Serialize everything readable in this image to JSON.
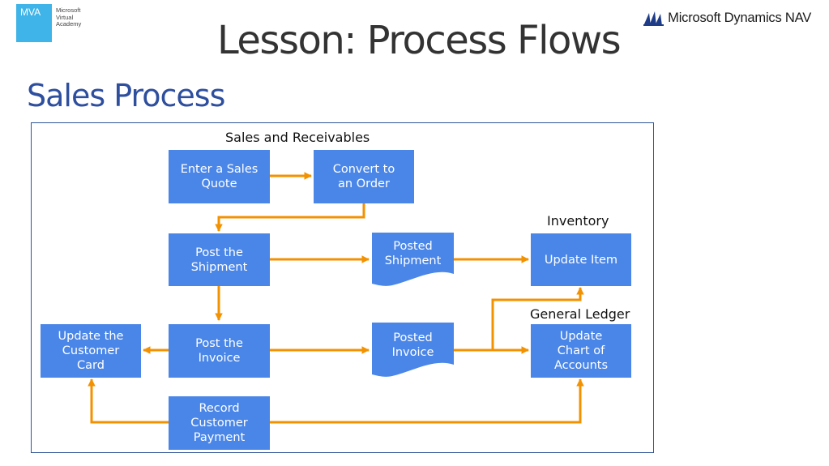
{
  "header": {
    "mva_logo": {
      "tile_text": "MVA",
      "lines": [
        "Microsoft",
        "Virtual",
        "Academy"
      ]
    },
    "brand_logo": {
      "icon": "dynamics-logo-icon",
      "text": "Microsoft Dynamics NAV"
    },
    "title": "Lesson: Process Flows",
    "subtitle": "Sales Process"
  },
  "diagram": {
    "groups": {
      "sales": "Sales and Receivables",
      "inventory": "Inventory",
      "general_ledger": "General Ledger"
    },
    "nodes": {
      "enter_quote": "Enter a Sales\nQuote",
      "convert_order": "Convert to\nan Order",
      "post_shipment": "Post the\nShipment",
      "posted_shipment": "Posted\nShipment",
      "update_item": "Update Item",
      "update_customer_card": "Update the\nCustomer\nCard",
      "post_invoice": "Post the\nInvoice",
      "posted_invoice": "Posted\nInvoice",
      "update_chart": "Update\nChart of\nAccounts",
      "record_payment": "Record\nCustomer\nPayment"
    },
    "edges": [
      {
        "from": "Enter a Sales Quote",
        "to": "Convert to an Order"
      },
      {
        "from": "Convert to an Order",
        "to": "Post the Shipment"
      },
      {
        "from": "Post the Shipment",
        "to": "Posted Shipment"
      },
      {
        "from": "Posted Shipment",
        "to": "Update Item"
      },
      {
        "from": "Post the Shipment",
        "to": "Post the Invoice"
      },
      {
        "from": "Post the Invoice",
        "to": "Update the Customer Card"
      },
      {
        "from": "Post the Invoice",
        "to": "Posted Invoice"
      },
      {
        "from": "Posted Invoice",
        "to": "Update Chart of Accounts"
      },
      {
        "from": "Posted Invoice",
        "to": "Update Item"
      },
      {
        "from": "Record Customer Payment",
        "to": "Update the Customer Card"
      },
      {
        "from": "Record Customer Payment",
        "to": "Update Chart of Accounts"
      }
    ],
    "colors": {
      "node_fill": "#4a86e8",
      "arrow": "#f39200",
      "frame": "#2f5597"
    }
  }
}
